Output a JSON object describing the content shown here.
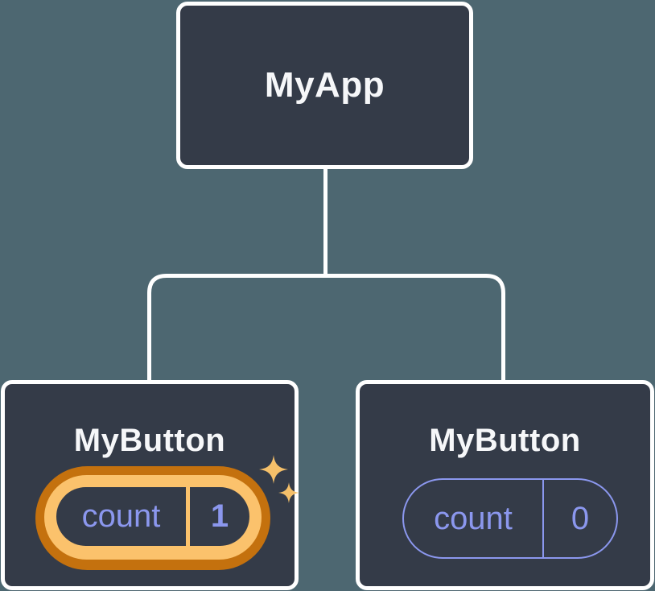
{
  "diagram": {
    "title": "component-tree",
    "root": {
      "label": "MyApp"
    },
    "children": [
      {
        "label": "MyButton",
        "state": {
          "key": "count",
          "value": "1"
        },
        "highlighted": true
      },
      {
        "label": "MyButton",
        "state": {
          "key": "count",
          "value": "0"
        },
        "highlighted": false
      }
    ]
  },
  "icons": {
    "sparkles": "four-point-stars"
  },
  "colors": {
    "background": "#4d6771",
    "node_fill": "#343b48",
    "node_border": "#ffffff",
    "node_text": "#f6f7f9",
    "state_purple": "#8b97ee",
    "highlight_orange": "#c4710e",
    "highlight_gold": "#fbc26c",
    "sparkle_gold": "#f5c06a"
  }
}
